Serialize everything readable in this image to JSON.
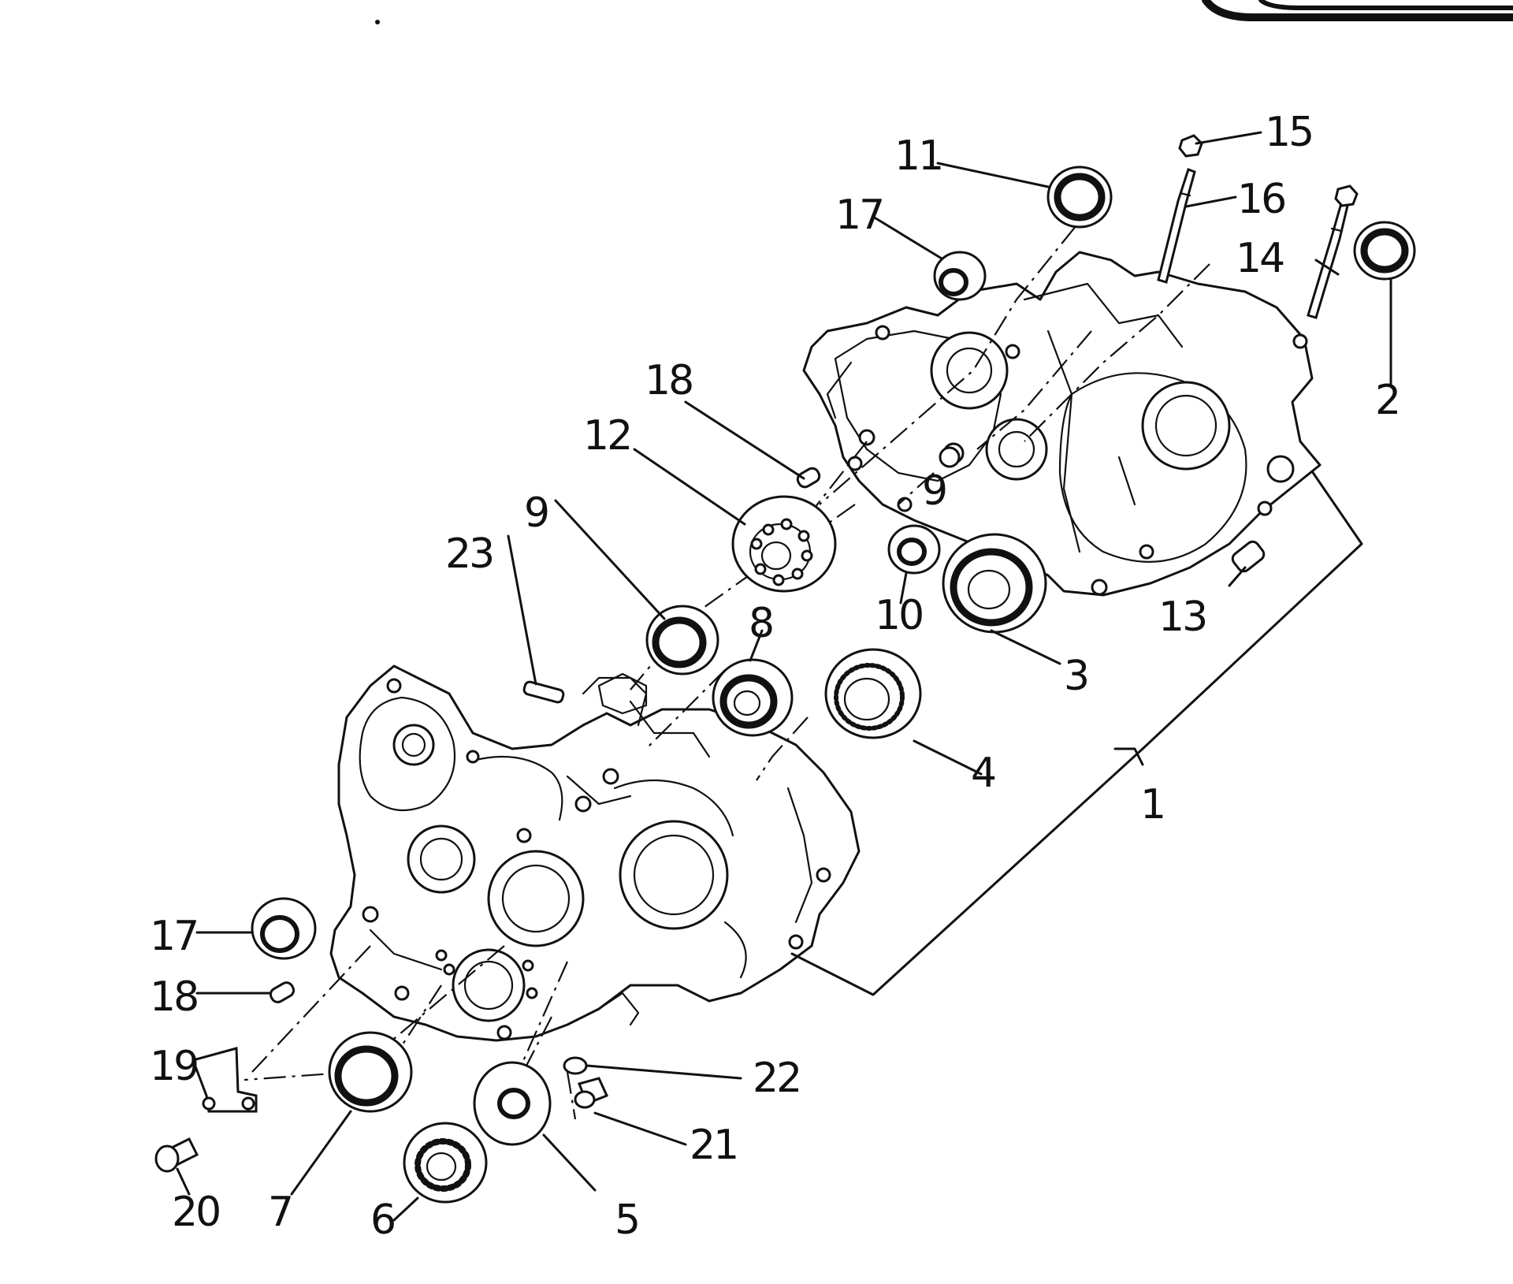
{
  "figure": {
    "callouts": [
      {
        "id": "c1",
        "text": "1"
      },
      {
        "id": "c2",
        "text": "2"
      },
      {
        "id": "c3",
        "text": "3"
      },
      {
        "id": "c4",
        "text": "4"
      },
      {
        "id": "c5",
        "text": "5"
      },
      {
        "id": "c6",
        "text": "6"
      },
      {
        "id": "c7",
        "text": "7"
      },
      {
        "id": "c8",
        "text": "8"
      },
      {
        "id": "c9a",
        "text": "9"
      },
      {
        "id": "c9b",
        "text": "9"
      },
      {
        "id": "c10",
        "text": "10"
      },
      {
        "id": "c11",
        "text": "11"
      },
      {
        "id": "c12",
        "text": "12"
      },
      {
        "id": "c13",
        "text": "13"
      },
      {
        "id": "c14",
        "text": "14"
      },
      {
        "id": "c15",
        "text": "15"
      },
      {
        "id": "c16",
        "text": "16"
      },
      {
        "id": "c17a",
        "text": "17"
      },
      {
        "id": "c17b",
        "text": "17"
      },
      {
        "id": "c18a",
        "text": "18"
      },
      {
        "id": "c18b",
        "text": "18"
      },
      {
        "id": "c19",
        "text": "19"
      },
      {
        "id": "c20",
        "text": "20"
      },
      {
        "id": "c21",
        "text": "21"
      },
      {
        "id": "c22",
        "text": "22"
      },
      {
        "id": "c23",
        "text": "23"
      }
    ]
  }
}
